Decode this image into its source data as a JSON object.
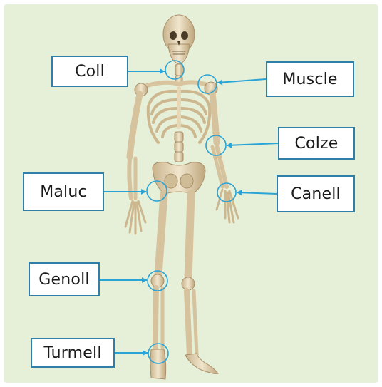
{
  "colors": {
    "background": "#e6efd7",
    "connector": "#2aa3d6",
    "label_border": "#2f7fa8",
    "bone": "#e9dcc0",
    "bone_shadow": "#b69d73"
  },
  "labels": [
    {
      "id": "coll",
      "text": "Coll"
    },
    {
      "id": "muscle",
      "text": "Muscle"
    },
    {
      "id": "colze",
      "text": "Colze"
    },
    {
      "id": "maluc",
      "text": "Maluc"
    },
    {
      "id": "canell",
      "text": "Canell"
    },
    {
      "id": "genoll",
      "text": "Genoll"
    },
    {
      "id": "turmell",
      "text": "Turmell"
    }
  ]
}
